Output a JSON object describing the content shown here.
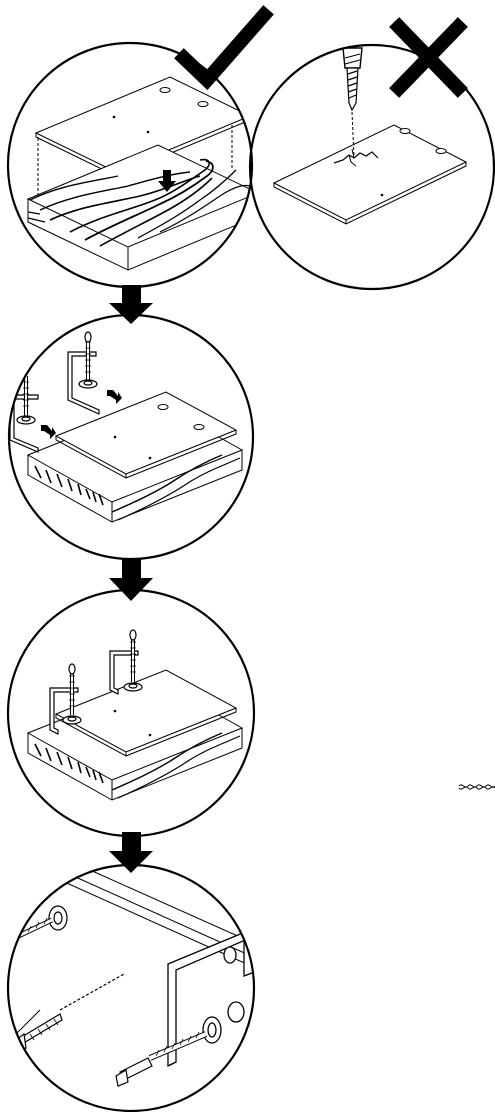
{
  "title": "",
  "steps": [
    {
      "id": "step-1-correct",
      "name": "backing-board-under-workpiece",
      "verdict": "correct"
    },
    {
      "id": "step-1-incorrect",
      "name": "drilling-without-backing",
      "verdict": "incorrect"
    },
    {
      "id": "step-2",
      "name": "position-clamps"
    },
    {
      "id": "step-3",
      "name": "tighten-clamps"
    },
    {
      "id": "step-4",
      "name": "drill-through-clamped-stack"
    }
  ],
  "icons": {
    "correct": "check-mark-icon",
    "incorrect": "x-mark-icon",
    "next": "down-arrow-icon",
    "stray_mark": "twisted-drill-bit-icon"
  },
  "colors": {
    "ink": "#000000",
    "paper": "#ffffff"
  }
}
